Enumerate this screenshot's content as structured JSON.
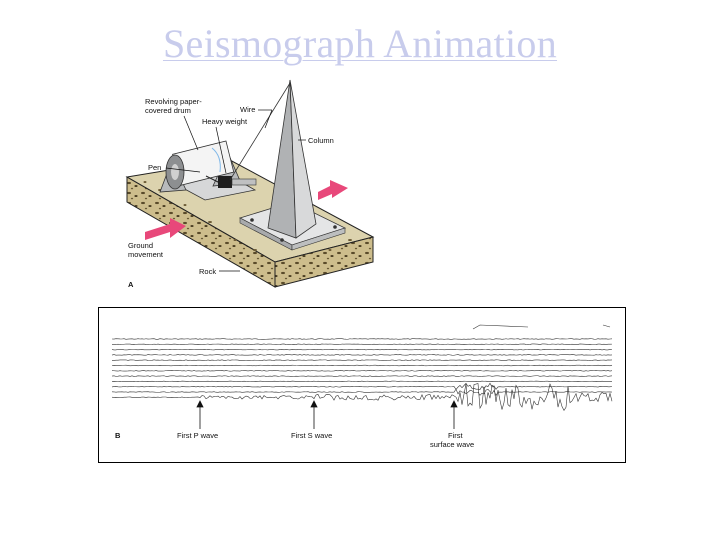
{
  "title": "Seismograph Animation",
  "diagram_a": {
    "panel_letter": "A",
    "labels": {
      "drum_line1": "Revolving paper-",
      "drum_line2": "covered drum",
      "wire": "Wire",
      "weight": "Heavy weight",
      "column": "Column",
      "pen": "Pen",
      "ground_line1": "Ground",
      "ground_line2": "movement",
      "rock": "Rock"
    },
    "colors": {
      "arrow": "#e8487a",
      "base_top": "#d9d0ab",
      "base_side": "#c9b988",
      "metal": "#b8babc"
    }
  },
  "diagram_b": {
    "panel_letter": "B",
    "labels": {
      "p_wave": "First P wave",
      "s_wave": "First S wave",
      "surface_line1": "First",
      "surface_line2": "surface wave"
    }
  }
}
